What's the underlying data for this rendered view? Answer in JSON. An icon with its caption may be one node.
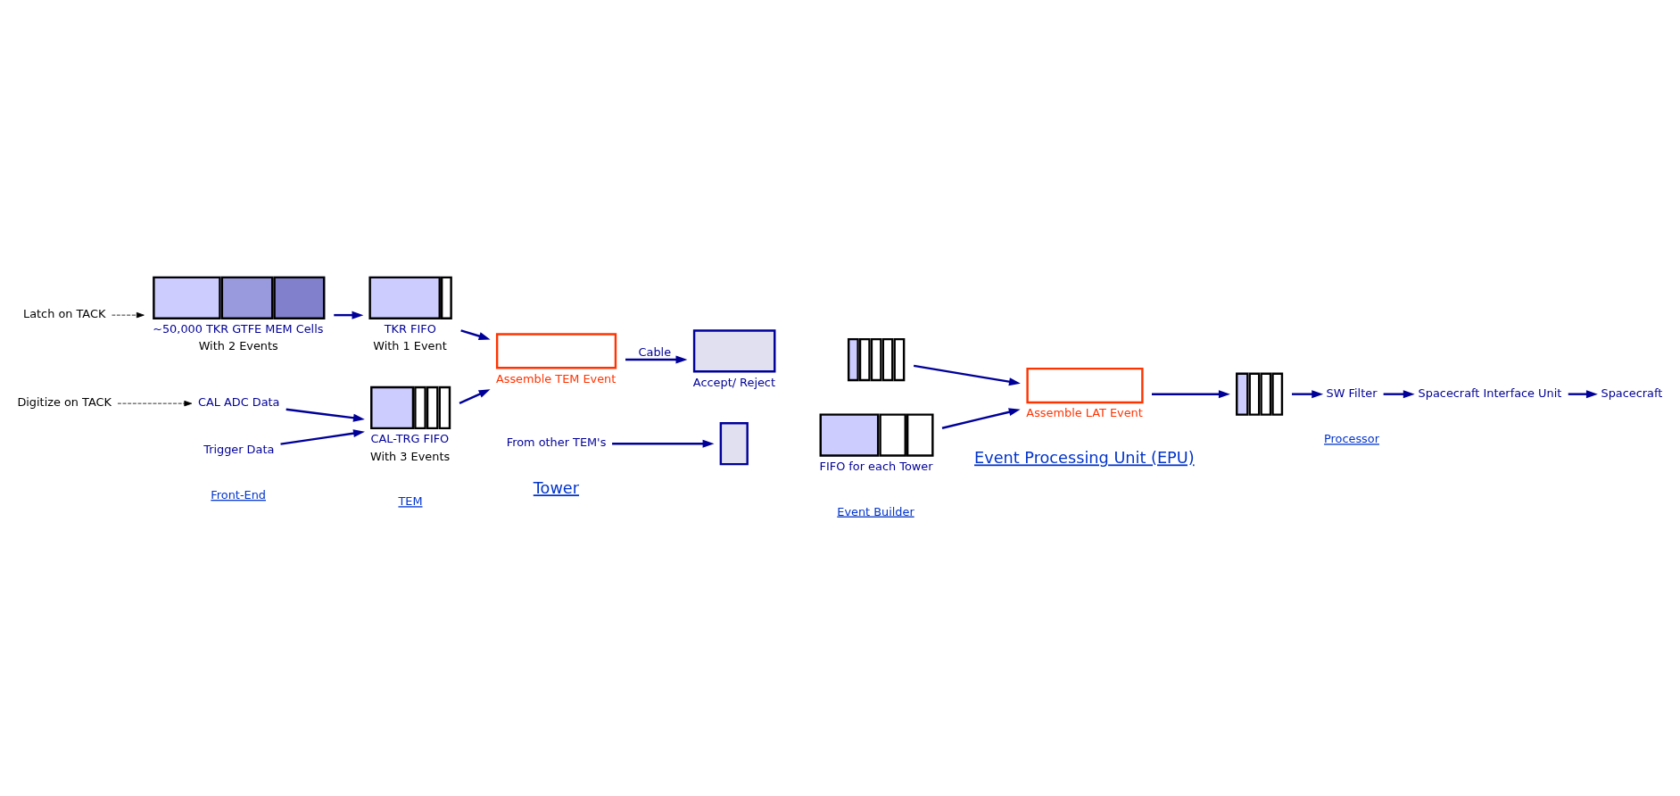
{
  "diagram": {
    "nodes": [
      {
        "text": [
          "Latch on TACK"
        ]
      },
      {
        "text": [],
        "shape": "box",
        "beside": [
          "~50,000 TKR GTFE MEM Cells",
          "With 2 Events"
        ]
      },
      {
        "text": [
          "Digitize on TACK"
        ]
      },
      {
        "text": [
          "CAL ADC Data"
        ]
      },
      {
        "text": [
          "Trigger Data"
        ]
      },
      {
        "text": [],
        "shape": "box",
        "beside": [
          "TKR FIFO",
          "With 1 Event"
        ]
      },
      {
        "text": [],
        "shape": "box",
        "beside": [
          "CAL-TRG FIFO",
          "With 3 Events"
        ]
      },
      {
        "text": [],
        "shape": "box",
        "beside": [
          "Assemble TEM Event"
        ]
      },
      {
        "text": [],
        "shape": "box",
        "beside": [
          "Accept/ Reject"
        ]
      },
      {
        "text": [],
        "shape": "box"
      },
      {
        "text": [
          "From other TEM's"
        ]
      },
      {
        "text": [],
        "shape": "box"
      },
      {
        "text": [],
        "shape": "box",
        "beside": [
          "FIFO for each Tower"
        ]
      },
      {
        "text": [],
        "shape": "box",
        "beside": [
          "Assemble LAT Event"
        ]
      },
      {
        "text": [],
        "shape": "box"
      },
      {
        "text": [
          "SW Filter"
        ]
      },
      {
        "text": [
          "Spacecraft Interface Unit"
        ]
      },
      {
        "text": [
          "Spacecraft"
        ]
      }
    ],
    "edges": [
      {
        "from": 0,
        "to": 1,
        "arrow": "to",
        "style": "dashed",
        "color": "#000000"
      },
      {
        "from": 2,
        "to": 3,
        "arrow": "to",
        "style": "dashed",
        "color": "#000000"
      },
      {
        "from": 1,
        "to": 5,
        "arrow": "to"
      },
      {
        "from": 3,
        "to": 6,
        "arrow": "to"
      },
      {
        "from": 4,
        "to": 6,
        "arrow": "to"
      },
      {
        "from": 5,
        "to": 7,
        "arrow": "to"
      },
      {
        "from": 6,
        "to": 7,
        "arrow": "to"
      },
      {
        "from": 7,
        "to": 8,
        "arrow": "to",
        "label": "Cable"
      },
      {
        "from": 10,
        "to": 11,
        "arrow": "to"
      },
      {
        "from": 9,
        "to": 13,
        "arrow": "to"
      },
      {
        "from": 12,
        "to": 13,
        "arrow": "to"
      },
      {
        "from": 13,
        "to": 14,
        "arrow": "to"
      },
      {
        "from": 14,
        "to": 15,
        "arrow": "to"
      },
      {
        "from": 15,
        "to": 16,
        "arrow": "to"
      },
      {
        "from": 16,
        "to": 17,
        "arrow": "to"
      }
    ],
    "labels": [
      "Tower",
      "Event Processing Unit (EPU)",
      "Front-End",
      "TEM",
      "Event Builder",
      "Processor"
    ]
  }
}
